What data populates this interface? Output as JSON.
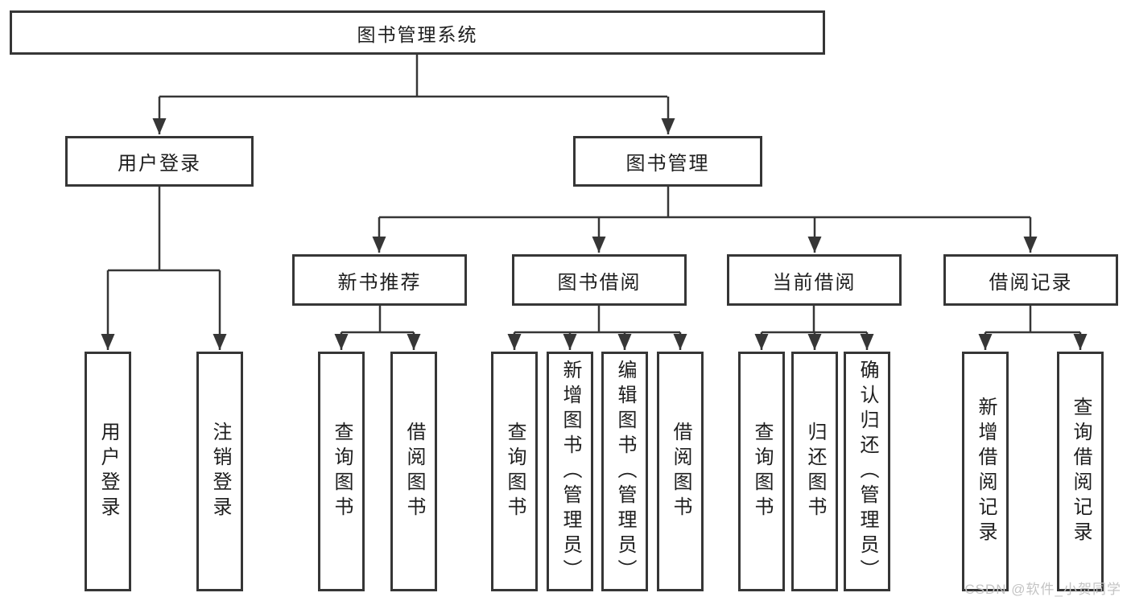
{
  "colors": {
    "line": "#363636",
    "box_border": "#363636",
    "text": "#1e1e1e",
    "watermark": "#c4c4c4",
    "background": "#ffffff"
  },
  "watermark": "CSDN @软件_小贺同学",
  "tree": {
    "root": {
      "label": "图书管理系统"
    },
    "children": [
      {
        "label": "用户登录",
        "children": [
          {
            "label": "用户登录"
          },
          {
            "label": "注销登录"
          }
        ]
      },
      {
        "label": "图书管理",
        "children": [
          {
            "label": "新书推荐",
            "children": [
              {
                "label": "查询图书"
              },
              {
                "label": "借阅图书"
              }
            ]
          },
          {
            "label": "图书借阅",
            "children": [
              {
                "label": "查询图书"
              },
              {
                "label": "新增图书（管理员）"
              },
              {
                "label": "编辑图书（管理员）"
              },
              {
                "label": "借阅图书"
              }
            ]
          },
          {
            "label": "当前借阅",
            "children": [
              {
                "label": "查询图书"
              },
              {
                "label": "归还图书"
              },
              {
                "label": "确认归还（管理员）"
              }
            ]
          },
          {
            "label": "借阅记录",
            "children": [
              {
                "label": "新增借阅记录"
              },
              {
                "label": "查询借阅记录"
              }
            ]
          }
        ]
      }
    ]
  }
}
